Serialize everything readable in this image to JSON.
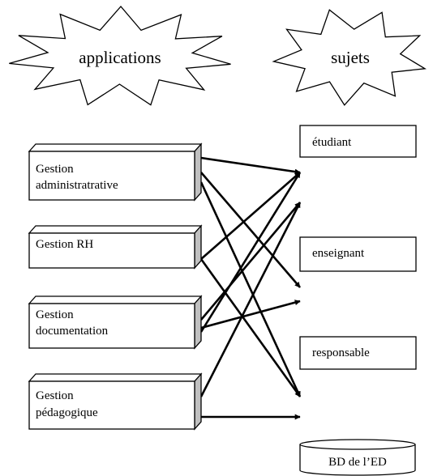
{
  "headings": {
    "applications": "applications",
    "subjects": "sujets"
  },
  "applications": [
    {
      "lines": [
        "Gestion",
        "administratrative"
      ]
    },
    {
      "lines": [
        "Gestion RH"
      ]
    },
    {
      "lines": [
        "Gestion",
        "documentation"
      ]
    },
    {
      "lines": [
        "Gestion",
        "pédagogique"
      ]
    }
  ],
  "subjects": [
    {
      "label": "étudiant"
    },
    {
      "label": "enseignant"
    },
    {
      "label": "responsable"
    }
  ],
  "database": {
    "label": "BD de l’ED"
  },
  "colors": {
    "box_side": "#c0c0c0",
    "stroke": "#000000"
  }
}
